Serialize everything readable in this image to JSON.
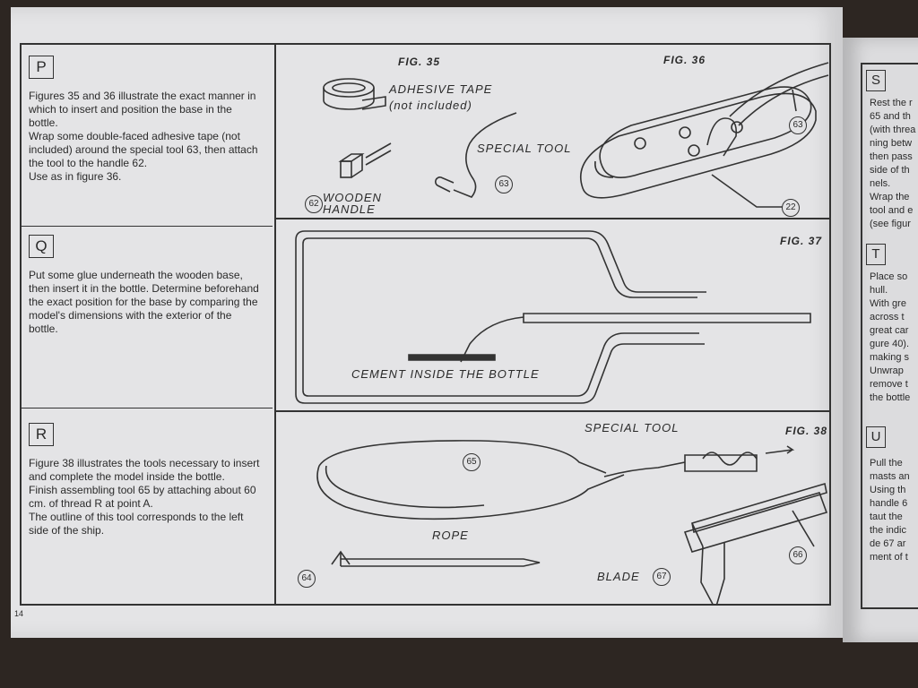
{
  "sections": {
    "p": {
      "letter": "P",
      "text": "Figures 35 and 36 illustrate the exact manner in which to insert and position the base in the bottle.\nWrap some double-faced adhesive tape (not included) around the special tool 63, then attach the tool to the handle 62.\nUse as in figure 36."
    },
    "q": {
      "letter": "Q",
      "text": "Put some glue underneath the wooden base, then insert it in the bottle. Determine beforehand the exact position for the base by comparing the model's dimensions with the exterior of the bottle."
    },
    "r": {
      "letter": "R",
      "text": "Figure 38 illustrates the tools necessary to insert and complete the model inside the bottle.\nFinish assembling tool 65 by attaching about 60 cm. of thread R at point A.\nThe outline of this tool corresponds to the left side of the ship."
    }
  },
  "figures": {
    "fig35": "FIG.   35",
    "fig36": "FIG.   36",
    "fig37": "FIG.   37",
    "fig38": "FIG.   38",
    "adhesive_tape": "ADHESIVE TAPE",
    "not_included": "(not included)",
    "special_tool": "SPECIAL TOOL",
    "wooden": "WOODEN",
    "handle": "HANDLE",
    "cement": "CEMENT  INSIDE THE BOTTLE",
    "special_tool_38": "SPECIAL TOOL",
    "rope": "ROPE",
    "blade": "BLADE"
  },
  "part_numbers": {
    "n62": "62",
    "n63a": "63",
    "n63b": "63",
    "n22": "22",
    "n65": "65",
    "n64": "64",
    "n66": "66",
    "n67": "67"
  },
  "page_number": "14",
  "next_page": {
    "s": {
      "letter": "S",
      "text": "Rest the r\n65 and th\n(with threa\nning betw\nthen pass\nside of th\nnels.\nWrap the\ntool and e\n(see figur"
    },
    "t": {
      "letter": "T",
      "text": "Place so\nhull.\nWith gre\nacross t\ngreat car\ngure 40).\nmaking s\nUnwrap\nremove t\nthe bottle"
    },
    "u": {
      "letter": "U",
      "text": "Pull the\nmasts an\nUsing th\nhandle 6\ntaut the\nthe indic\nde 67 ar\nment of t"
    }
  }
}
